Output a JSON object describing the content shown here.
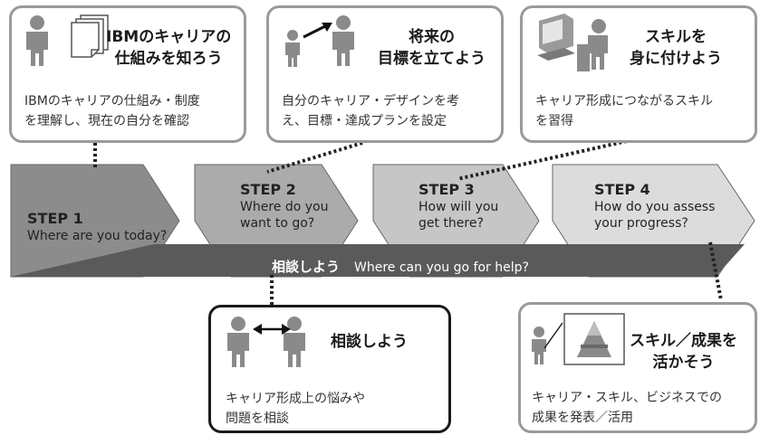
{
  "cards": {
    "ibm": {
      "title_l1": "IBMのキャリアの",
      "title_l2": "仕組みを知ろう",
      "desc_l1": "IBMのキャリアの仕組み・制度",
      "desc_l2": "を理解し、現在の自分を確認"
    },
    "goal": {
      "title_l1": "将来の",
      "title_l2": "目標を立てよう",
      "desc_l1": "自分のキャリア・デザインを考",
      "desc_l2": "え、目標・達成プランを設定"
    },
    "skill": {
      "title_l1": "スキルを",
      "title_l2": "身に付けよう",
      "desc_l1": "キャリア形成につながるスキル",
      "desc_l2": "を習得"
    },
    "consult": {
      "title": "相談しよう",
      "desc_l1": "キャリア形成上の悩みや",
      "desc_l2": "問題を相談"
    },
    "use": {
      "title_l1": "スキル／成果を",
      "title_l2": "活かそう",
      "desc_l1": "キャリア・スキル、ビジネスでの",
      "desc_l2": "成果を発表／活用"
    }
  },
  "steps": [
    {
      "label": "STEP 1",
      "text": "Where are you today?"
    },
    {
      "label": "STEP 2",
      "text": "Where do you\nwant to go?"
    },
    {
      "label": "STEP 3",
      "text": "How will you\nget there?"
    },
    {
      "label": "STEP 4",
      "text": "How do you assess\nyour progress?"
    }
  ],
  "help_bar": {
    "jp": "相談しよう",
    "en": "Where can you go for help?"
  },
  "colors": {
    "step1": "#8c8c8c",
    "step2": "#ababab",
    "step3": "#c6c6c6",
    "step4": "#dcdcdc",
    "help_bar": "#5a5a5a",
    "card_border": "#9a9a9a",
    "card_border_active": "#1a1a1a",
    "person": "#8a8a8a"
  },
  "icons": [
    "person-icon",
    "document-icon",
    "arrow-icon",
    "computer-icon",
    "double-arrow-icon",
    "pyramid-chart-icon"
  ]
}
